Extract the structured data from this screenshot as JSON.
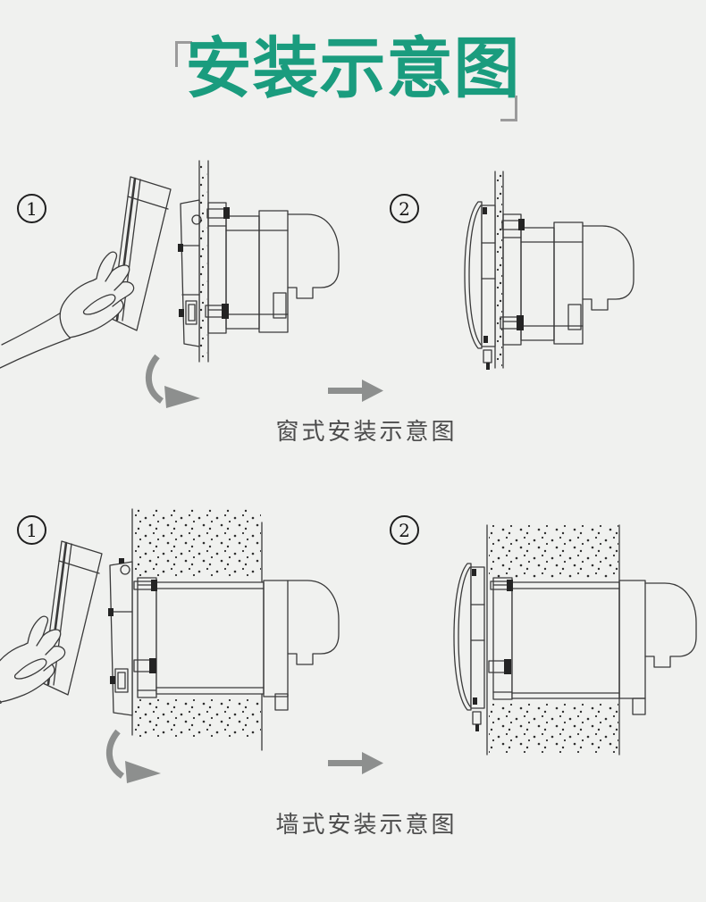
{
  "title": {
    "text": "安装示意图"
  },
  "colors": {
    "background": "#f0f1ef",
    "title_green": "#1a9c7e",
    "bracket_gray": "#9b9b9b",
    "line_art": "#3a3a3a",
    "arrow_gray": "#8d8f8e",
    "caption_gray": "#4c4c4c"
  },
  "icons": {
    "step_badge": "circled-number",
    "rotate_arrow": "curved-gray-arrow",
    "process_arrow": "straight-right-gray-arrow"
  },
  "sections": {
    "window": {
      "step1_label": "1",
      "step2_label": "2",
      "caption": "窗式安装示意图"
    },
    "wall": {
      "step1_label": "1",
      "step2_label": "2",
      "caption": "墙式安装示意图"
    }
  }
}
